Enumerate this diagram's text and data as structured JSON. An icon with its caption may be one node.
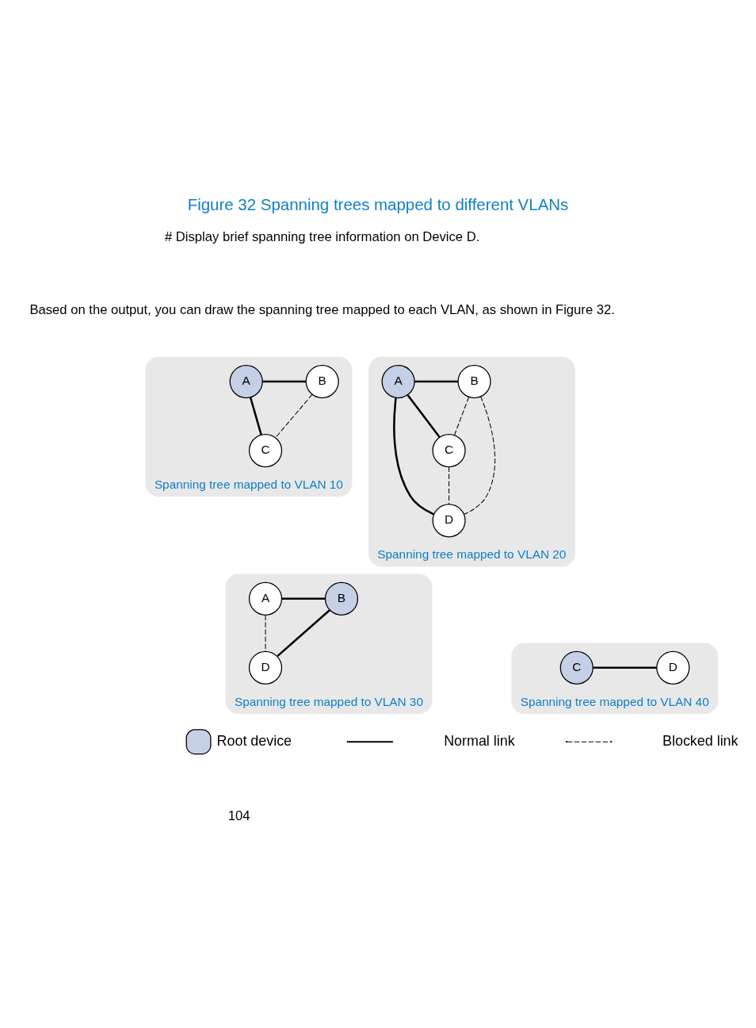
{
  "diagram": {
    "title": "Figure 32 Spanning trees mapped to different VLANs",
    "nodes": [
      {
        "text": [
          "Spanning tree mapped to VLAN 10"
        ]
      },
      {
        "text": [
          "A"
        ],
        "in": 0
      },
      {
        "text": [
          "B"
        ],
        "in": 0
      },
      {
        "text": [
          "C"
        ],
        "in": 0
      },
      {
        "text": [
          "Spanning tree mapped to VLAN 20"
        ]
      },
      {
        "text": [
          "A"
        ],
        "in": 4
      },
      {
        "text": [
          "B"
        ],
        "in": 4
      },
      {
        "text": [
          "C"
        ],
        "in": 4
      },
      {
        "text": [
          "D"
        ],
        "in": 4
      },
      {
        "text": [
          "Spanning tree mapped to VLAN 30"
        ]
      },
      {
        "text": [
          "A"
        ],
        "in": 9
      },
      {
        "text": [
          "B"
        ],
        "in": 9
      },
      {
        "text": [
          "D"
        ],
        "in": 9
      },
      {
        "text": [
          "Spanning tree mapped to VLAN 40"
        ]
      },
      {
        "text": [
          "C"
        ],
        "in": 13
      },
      {
        "text": [
          "D"
        ],
        "in": 13
      }
    ],
    "edges": [
      {
        "from": 1,
        "to": 2,
        "arrow": "none"
      },
      {
        "from": 1,
        "to": 3,
        "arrow": "none"
      },
      {
        "from": 2,
        "to": 3,
        "arrow": "none",
        "style": "dashed"
      },
      {
        "from": 5,
        "to": 6,
        "arrow": "none"
      },
      {
        "from": 5,
        "to": 7,
        "arrow": "none"
      },
      {
        "from": 5,
        "to": 8,
        "arrow": "none"
      },
      {
        "from": 6,
        "to": 7,
        "arrow": "none",
        "style": "dashed"
      },
      {
        "from": 6,
        "to": 8,
        "arrow": "none",
        "style": "dashed"
      },
      {
        "from": 7,
        "to": 8,
        "arrow": "none",
        "style": "dashed"
      },
      {
        "from": 10,
        "to": 11,
        "arrow": "none"
      },
      {
        "from": 11,
        "to": 12,
        "arrow": "none"
      },
      {
        "from": 10,
        "to": 12,
        "arrow": "none",
        "style": "dashed"
      },
      {
        "from": 14,
        "to": 15,
        "arrow": "none"
      }
    ],
    "labels": [
      "# Display brief spanning tree information on Device D.",
      "Based on the output, you can draw the spanning tree mapped to each VLAN, as shown in Figure 32.",
      "104"
    ],
    "legend": [
      {
        "text": "Root device",
        "color": "#c5d0e6"
      },
      {
        "text": "Normal link"
      },
      {
        "text": "Blocked link"
      }
    ]
  }
}
